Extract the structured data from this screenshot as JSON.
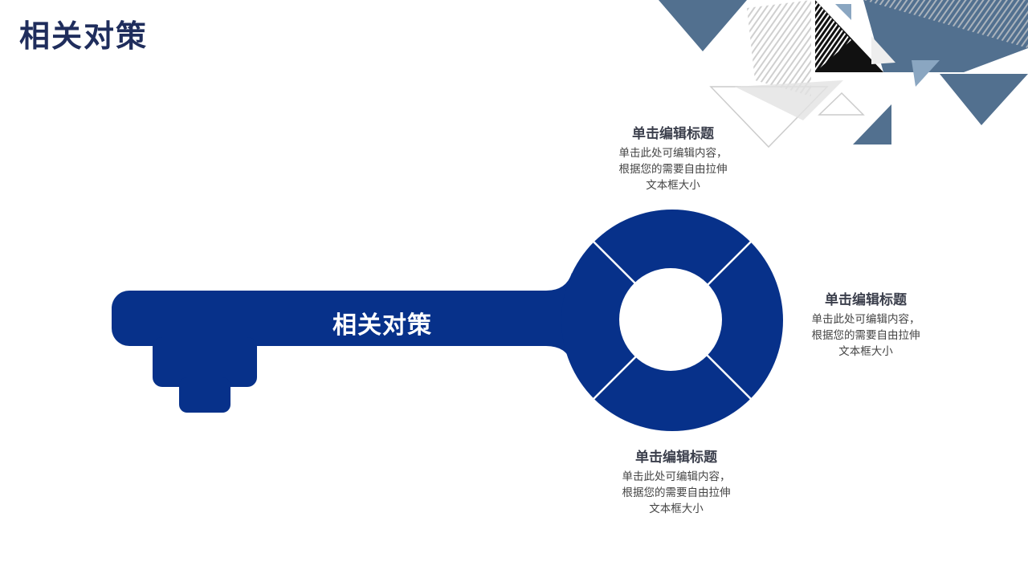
{
  "header": {
    "title": "相关对策"
  },
  "key": {
    "label": "相关对策",
    "color": "#07318a"
  },
  "blocks": [
    {
      "title": "单击编辑标题",
      "lines": [
        "单击此处可编辑内容，",
        "根据您的需要自由拉伸",
        "文本框大小"
      ]
    },
    {
      "title": "单击编辑标题",
      "lines": [
        "单击此处可编辑内容，",
        "根据您的需要自由拉伸",
        "文本框大小"
      ]
    },
    {
      "title": "单击编辑标题",
      "lines": [
        "单击此处可编辑内容，",
        "根据您的需要自由拉伸",
        "文本框大小"
      ]
    }
  ],
  "decor": {
    "accent": "#52708f",
    "dark": "#111111",
    "light": "#dcdcdc"
  }
}
